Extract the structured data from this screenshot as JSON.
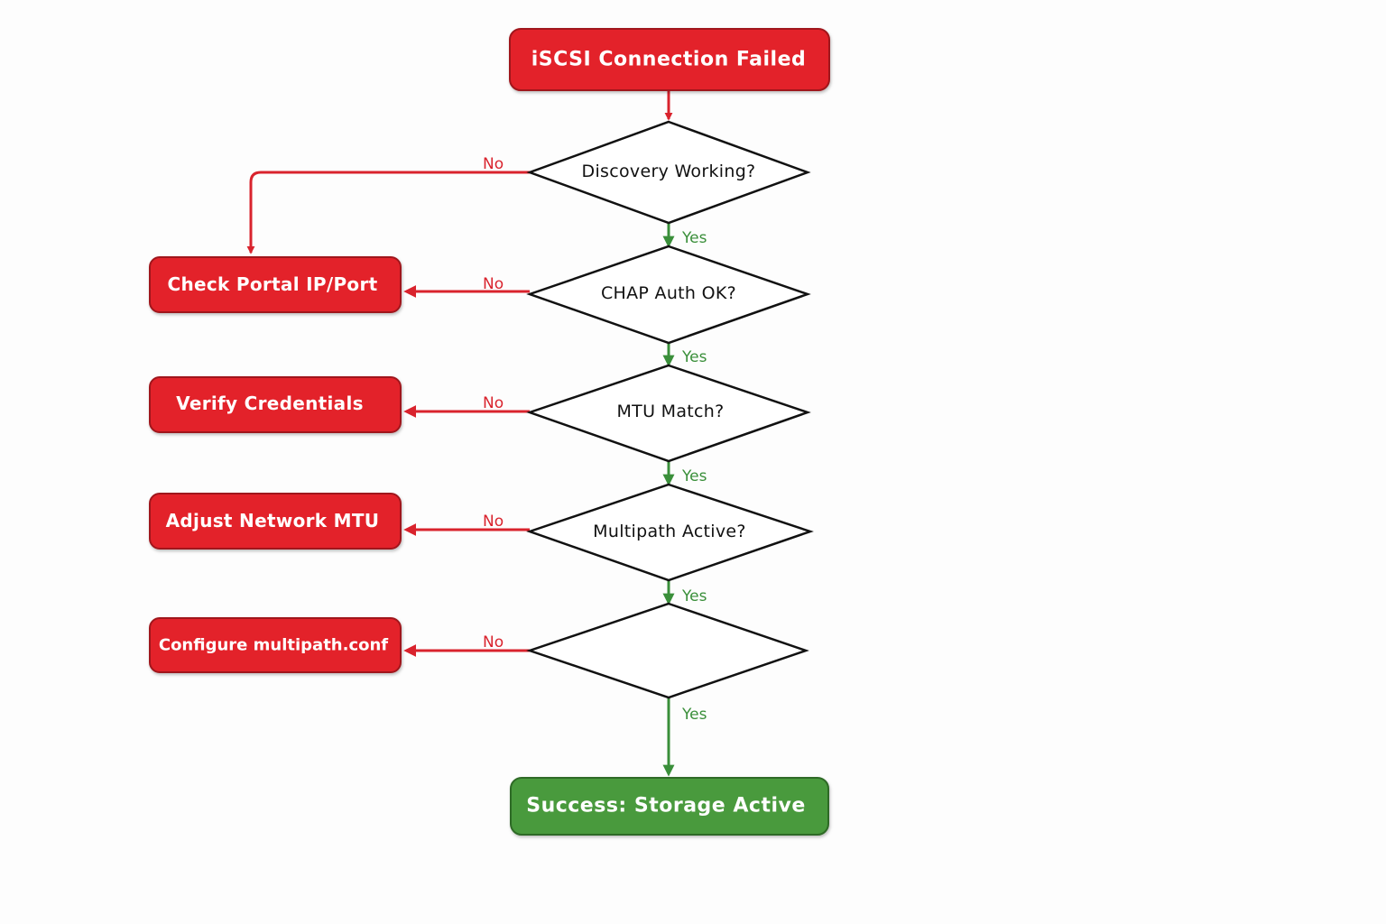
{
  "colors": {
    "error": "#e3242b",
    "error_border": "#a0161c",
    "success": "#4a9a3c",
    "success_border": "#2f6a26",
    "no_edge": "#d9232d",
    "yes_edge": "#3a8f3a",
    "decision_border": "#111111"
  },
  "start": {
    "label": "iSCSI Connection Failed"
  },
  "decisions": [
    {
      "label": "Discovery Working?"
    },
    {
      "label": "CHAP Auth OK?"
    },
    {
      "label": "MTU Match?"
    },
    {
      "label": "Multipath Active?"
    },
    {
      "label": ""
    }
  ],
  "actions": [
    {
      "label": "Check Portal IP/Port"
    },
    {
      "label": "Verify Credentials"
    },
    {
      "label": "Adjust Network MTU"
    },
    {
      "label": "Configure multipath.conf"
    }
  ],
  "end": {
    "label": "Success: Storage Active"
  },
  "edge_labels": {
    "yes": "Yes",
    "no": "No"
  }
}
